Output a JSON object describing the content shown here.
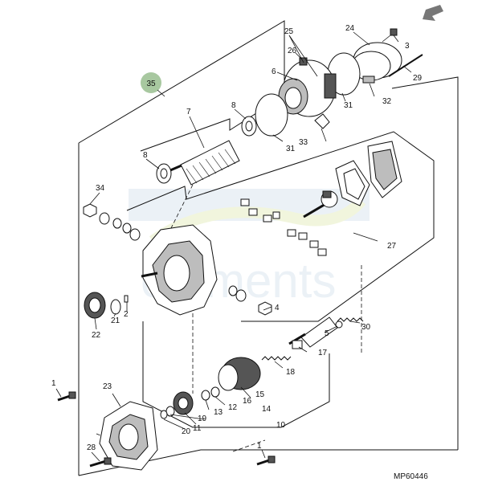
{
  "figure_id": "MP60446",
  "assembly_callout": "35",
  "colors": {
    "assembly_badge": "#a8c8a0",
    "nav_arrow": "#777777",
    "watermark": "#c8d8e8"
  },
  "icons": {
    "nav_arrow": "arrow-down-left-icon"
  },
  "callouts": {
    "c1": "1",
    "c2": "2",
    "c3": "3",
    "c4": "4",
    "c5": "5",
    "c6": "6",
    "c7": "7",
    "c8a": "8",
    "c8b": "8",
    "c10": "10",
    "c11": "11",
    "c12": "12",
    "c13": "13",
    "c14": "14",
    "c15": "15",
    "c16": "16",
    "c17": "17",
    "c18": "18",
    "c19": "19",
    "c20": "20",
    "c21": "21",
    "c22": "22",
    "c23": "23",
    "c24": "24",
    "c25": "25",
    "c26": "26",
    "c27": "27",
    "c28": "28",
    "c29": "29",
    "c30": "30",
    "c31a": "31",
    "c31b": "31",
    "c32": "32",
    "c33": "33",
    "c34": "34"
  }
}
